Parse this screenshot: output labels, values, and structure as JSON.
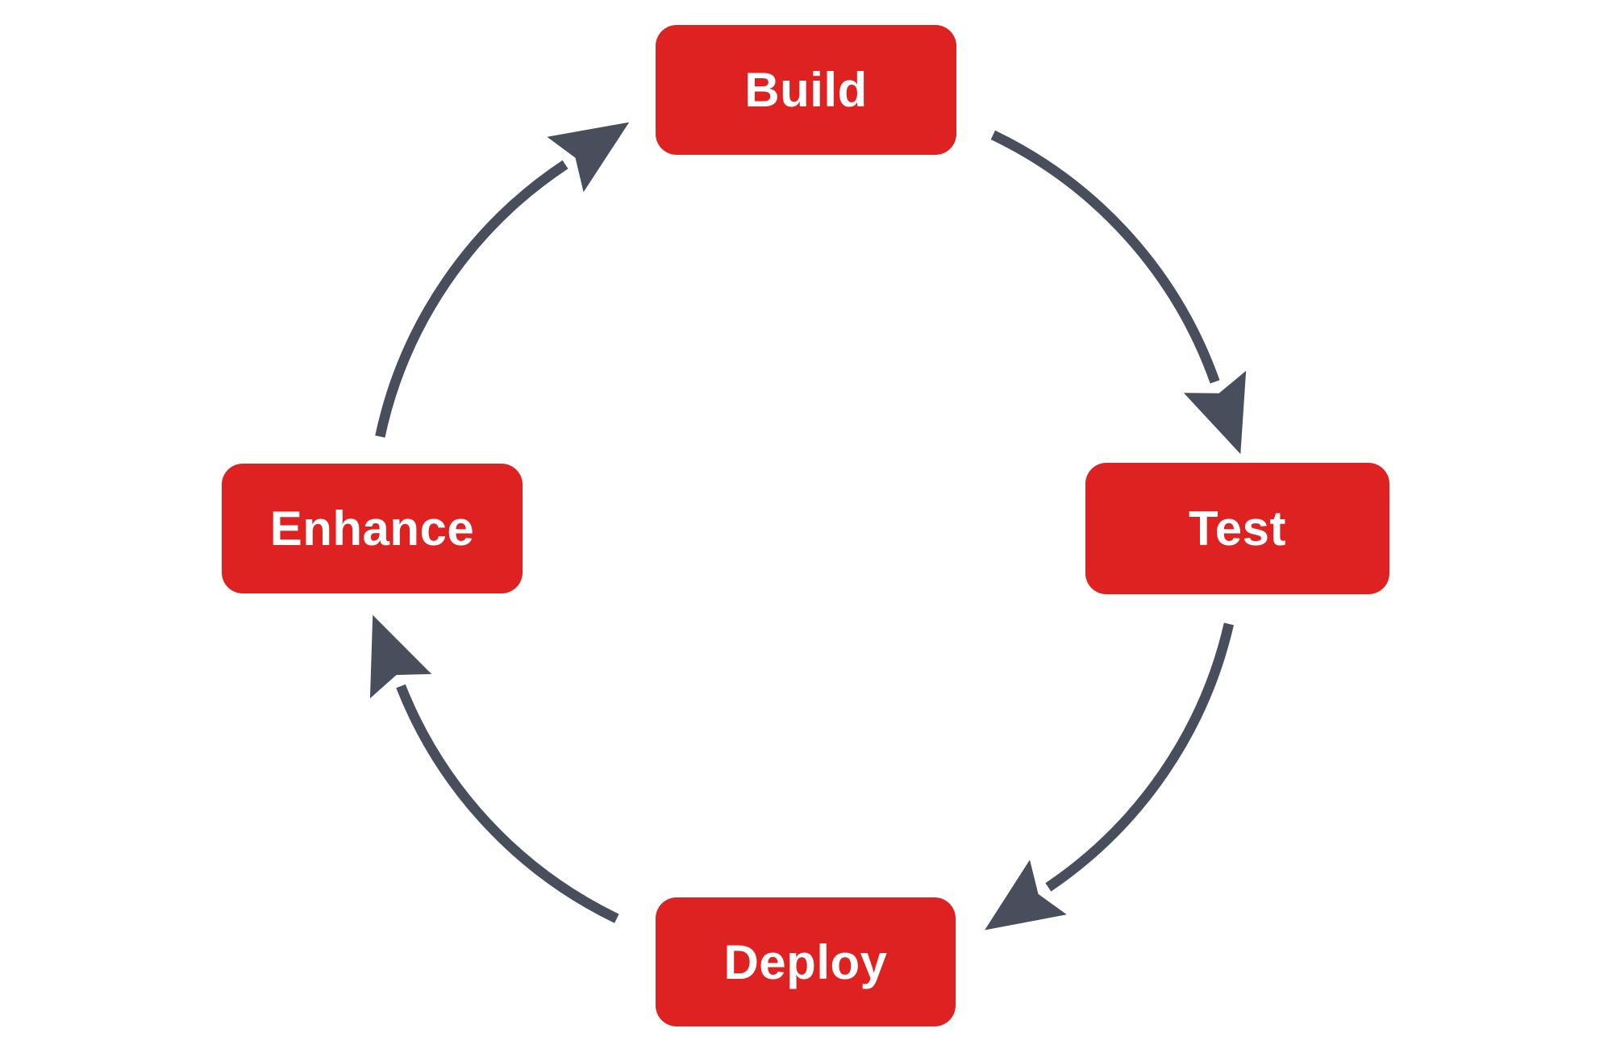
{
  "diagram": {
    "type": "cycle",
    "nodes": [
      {
        "id": "build",
        "label": "Build"
      },
      {
        "id": "test",
        "label": "Test"
      },
      {
        "id": "deploy",
        "label": "Deploy"
      },
      {
        "id": "enhance",
        "label": "Enhance"
      }
    ],
    "edges": [
      {
        "from": "Build",
        "to": "Test",
        "direction": "clockwise"
      },
      {
        "from": "Test",
        "to": "Deploy",
        "direction": "clockwise"
      },
      {
        "from": "Deploy",
        "to": "Enhance",
        "direction": "clockwise"
      },
      {
        "from": "Enhance",
        "to": "Build",
        "direction": "clockwise"
      }
    ],
    "colors": {
      "node_fill": "#DE2121",
      "node_text": "#FFFFFF",
      "arrow": "#484E5C",
      "background": "#FFFFFF"
    }
  }
}
